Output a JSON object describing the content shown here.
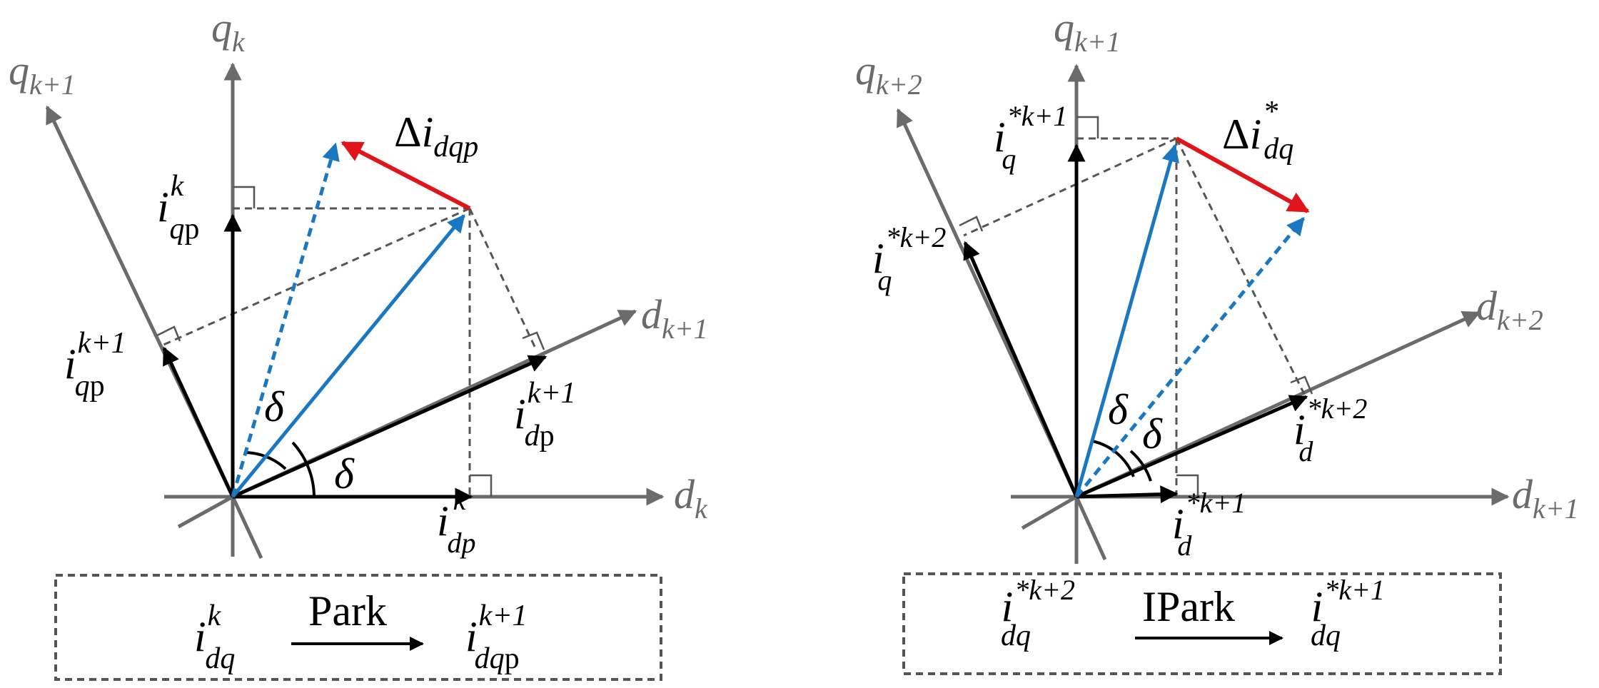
{
  "colors": {
    "axis": "#6b6b6b",
    "black": "#000000",
    "blue": "#1a78c2",
    "red": "#e0141a",
    "dash": "#555555"
  },
  "left": {
    "axes": {
      "qk": {
        "base": "q",
        "sub": "k"
      },
      "qk1": {
        "base": "q",
        "sub": "k+1"
      },
      "dk": {
        "base": "d",
        "sub": "k"
      },
      "dk1": {
        "base": "d",
        "sub": "k+1"
      }
    },
    "labels": {
      "delta_i": {
        "pre": "Δ",
        "base": "i",
        "sub": "dqp"
      },
      "iqp_k": {
        "base": "i",
        "sup": "k",
        "sub": "q",
        "sub_up": "p"
      },
      "iqp_k1": {
        "base": "i",
        "sup": "k+1",
        "sub": "q",
        "sub_up": "p"
      },
      "idp_k1": {
        "base": "i",
        "sup": "k+1",
        "sub": "d",
        "sub_up": "p"
      },
      "idp_k": {
        "base": "i",
        "sup": "k",
        "sub": "dp"
      },
      "delta1": "δ",
      "delta2": "δ"
    },
    "box": {
      "from": {
        "base": "i",
        "sup": "k",
        "sub": "dq"
      },
      "op": "Park",
      "to": {
        "base": "i",
        "sup": "k+1",
        "sub": "dq",
        "sub_up": "p"
      }
    }
  },
  "right": {
    "axes": {
      "qk1": {
        "base": "q",
        "sub": "k+1"
      },
      "qk2": {
        "base": "q",
        "sub": "k+2"
      },
      "dk1": {
        "base": "d",
        "sub": "k+1"
      },
      "dk2": {
        "base": "d",
        "sub": "k+2"
      }
    },
    "labels": {
      "delta_i": {
        "pre": "Δ",
        "base": "i",
        "sup": "*",
        "sub": "dq"
      },
      "iq_k1": {
        "base": "i",
        "sup": "*k+1",
        "sub": "q"
      },
      "iq_k2": {
        "base": "i",
        "sup": "*k+2",
        "sub": "q"
      },
      "id_k2": {
        "base": "i",
        "sup": "*k+2",
        "sub": "d"
      },
      "id_k1": {
        "base": "i",
        "sup": "*k+1",
        "sub": "d"
      },
      "delta1": "δ",
      "delta2": "δ"
    },
    "box": {
      "from": {
        "base": "i",
        "sup": "*k+2",
        "sub": "dq"
      },
      "op": "IPark",
      "to": {
        "base": "i",
        "sup": "*k+1",
        "sub": "dq"
      }
    }
  }
}
